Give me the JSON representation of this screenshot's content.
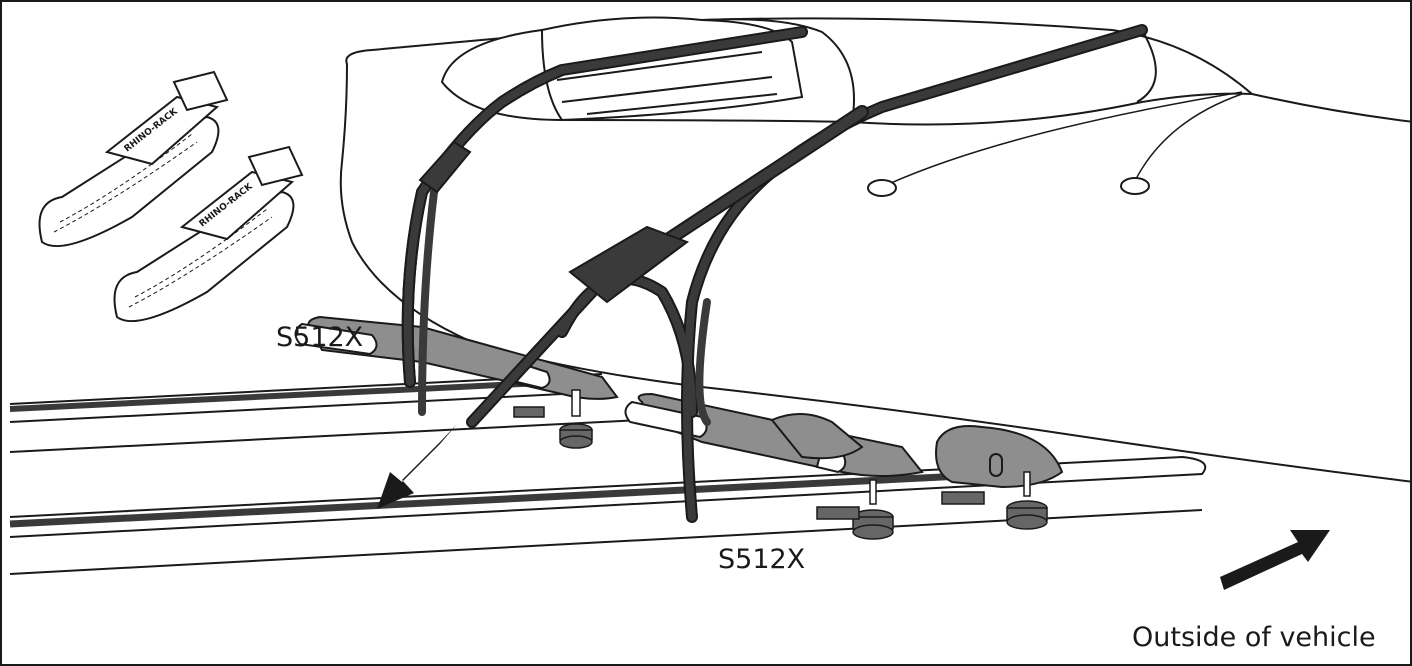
{
  "diagram": {
    "labels": {
      "carrier_upper": "S512X",
      "carrier_lower": "S512X",
      "orientation": "Outside of vehicle"
    },
    "strap_brand": "RHINO-RACK",
    "colors": {
      "line": "#1a1a1a",
      "strap": "#3a3a3a",
      "cradle": "#8e8e8e",
      "knob": "#666666",
      "background": "#ffffff"
    }
  }
}
